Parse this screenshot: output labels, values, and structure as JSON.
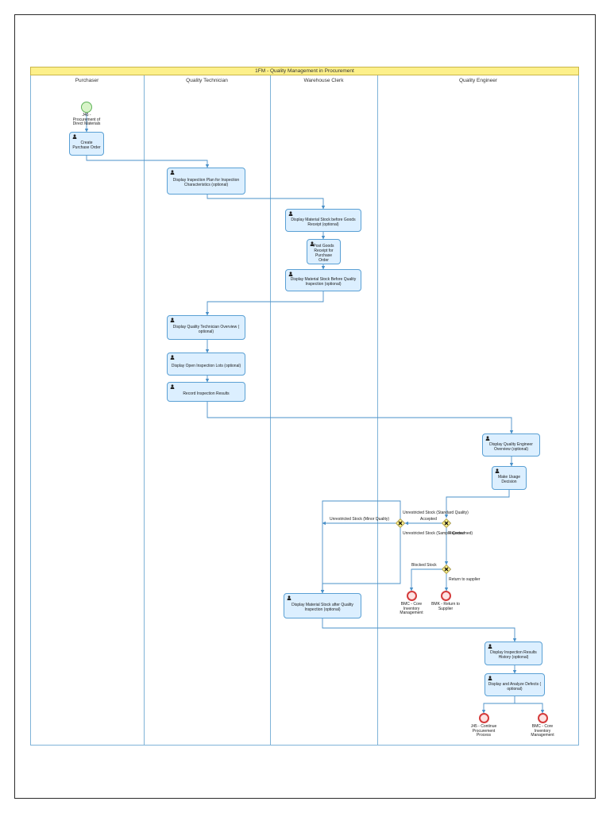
{
  "pool": {
    "title": "1FM - Quality Management in Procurement"
  },
  "lanes": [
    "Purchaser",
    "Quality Technician",
    "Warehouse Clerk",
    "Quality Engineer"
  ],
  "start_event": {
    "label": "J45 - Procurement of Direct Materials"
  },
  "tasks": {
    "create_po": "Create Purchase Order",
    "display_insp_plan": "Display Inspection Plan for Inspection Characteristics (optional)",
    "display_stock_before_gr": "Display Material Stock before Goods Receipt (optional)",
    "post_gr": "Post Goods Receipt for Purchase Order",
    "display_stock_before_qi": "Display Material Stock Before Quality Inspection (optional)",
    "qt_overview": "Display Quality Technician Overview ( optional)",
    "open_lots": "Display Open Inspection Lots (optional)",
    "record_results": "Record Inspection Results",
    "qe_overview": "Display Quality Engineer Overview (optional)",
    "usage_decision": "Make Usage Decision",
    "stock_after_qi": "Display Material Stock after Quality Inspection (optional)",
    "results_history": "Display Inspection Results History (optional)",
    "analyze_defects": "Display and Analyze Defects ( optional)"
  },
  "end_events": {
    "bmc_core_1": "BMC - Core Inventory Management",
    "bmk_return": "BMK - Return to Supplier",
    "j45_continue": "J45 - Continue Procurement Process",
    "bmc_core_2": "BMC - Core Inventory Management"
  },
  "flow_labels": {
    "unrestricted_standard": "Unrestricted Stock (Standard Quality)",
    "accepted": "Accepted",
    "unrestricted_minor": "Unrestricted Stock (Minor Quality)",
    "unrestricted_sample": "Unrestricted Stock (Sample Consumed)",
    "rejected": "Rejected",
    "blocked_stock": "Blocked Stock",
    "return_supplier": "Return to supplier"
  },
  "colors": {
    "task_fill": "#dcefff",
    "task_border": "#5aa0d4",
    "flow": "#4a90c8",
    "gateway_fill": "#fdf08a",
    "start_fill": "#d8f4c8",
    "end_border": "#d43b3b",
    "pool_header": "#fdf08a"
  },
  "icons": {
    "task": "user-icon",
    "gateway": "exclusive-gateway-icon"
  }
}
